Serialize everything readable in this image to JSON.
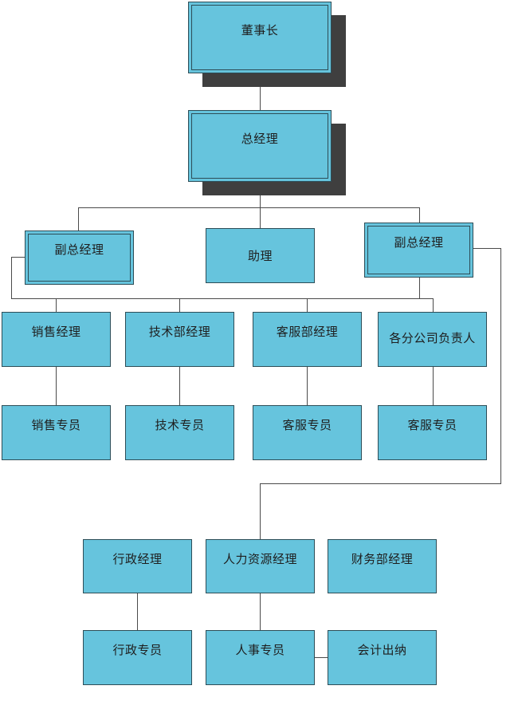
{
  "org": {
    "chairman": "董事长",
    "general_manager": "总经理",
    "deputy_gm_left": "副总经理",
    "assistant": "助理",
    "deputy_gm_right": "副总经理",
    "sales_manager": "销售经理",
    "tech_manager": "技术部经理",
    "service_manager": "客服部经理",
    "branch_head": "各分公司负责人",
    "sales_staff": "销售专员",
    "tech_staff": "技术专员",
    "service_staff_1": "客服专员",
    "service_staff_2": "客服专员",
    "admin_manager": "行政经理",
    "hr_manager": "人力资源经理",
    "finance_manager": "财务部经理",
    "admin_staff": "行政专员",
    "hr_staff": "人事专员",
    "cashier": "会计出纳"
  },
  "colors": {
    "node_fill": "#66c4dd",
    "node_border": "#2d4d57",
    "shadow": "#3f3f3f",
    "connector": "#4a4a4a"
  }
}
